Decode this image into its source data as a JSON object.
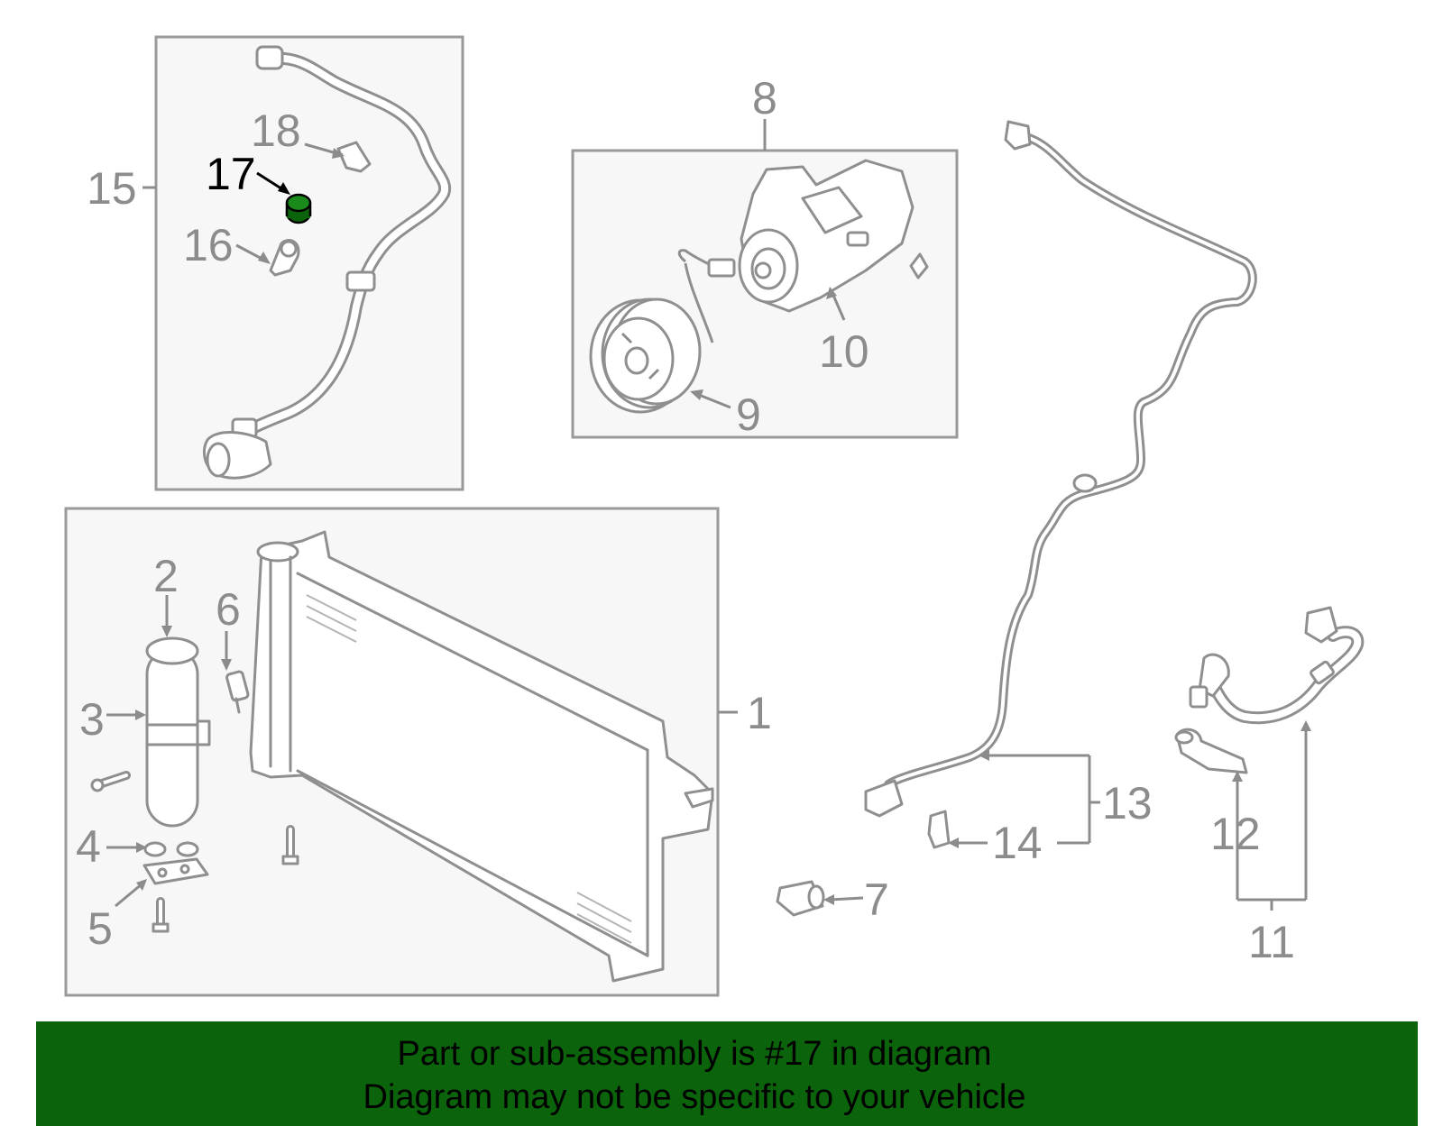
{
  "diagram": {
    "highlight_color": "#0b640b",
    "highlighted_part": "17",
    "callouts": [
      {
        "id": "c1",
        "label": "1"
      },
      {
        "id": "c2",
        "label": "2"
      },
      {
        "id": "c3",
        "label": "3"
      },
      {
        "id": "c4",
        "label": "4"
      },
      {
        "id": "c5",
        "label": "5"
      },
      {
        "id": "c6",
        "label": "6"
      },
      {
        "id": "c7",
        "label": "7"
      },
      {
        "id": "c8",
        "label": "8"
      },
      {
        "id": "c9",
        "label": "9"
      },
      {
        "id": "c10",
        "label": "10"
      },
      {
        "id": "c11",
        "label": "11"
      },
      {
        "id": "c12",
        "label": "12"
      },
      {
        "id": "c13",
        "label": "13"
      },
      {
        "id": "c14",
        "label": "14"
      },
      {
        "id": "c15",
        "label": "15"
      },
      {
        "id": "c16",
        "label": "16"
      },
      {
        "id": "c17",
        "label": "17"
      },
      {
        "id": "c18",
        "label": "18"
      }
    ]
  },
  "banner": {
    "line1": "Part or sub-assembly is #17 in diagram",
    "line2": "Diagram may not be specific to your vehicle"
  }
}
